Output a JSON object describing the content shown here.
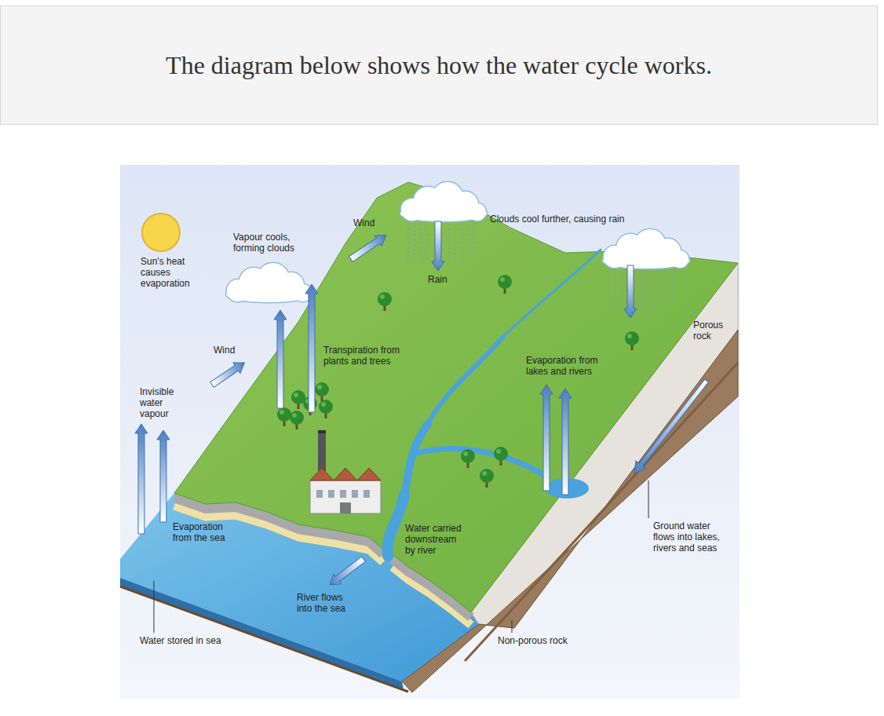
{
  "diagram": {
    "title": "The diagram below shows how the water cycle works.",
    "labels": [
      "Wind",
      "Clouds cool further, causing rain",
      "Vapour cools, forming clouds",
      "Sun's heat causes evaporation",
      "Rain",
      "Porous rock",
      "Wind",
      "Transpiration from plants and trees",
      "Evaporation from lakes and rivers",
      "Invisible water vapour",
      "Evaporation from the sea",
      "Water carried downstream by river",
      "Ground water flows into lakes, rivers and seas",
      "River flows into the sea",
      "Water stored in sea",
      "Non-porous rock"
    ]
  }
}
